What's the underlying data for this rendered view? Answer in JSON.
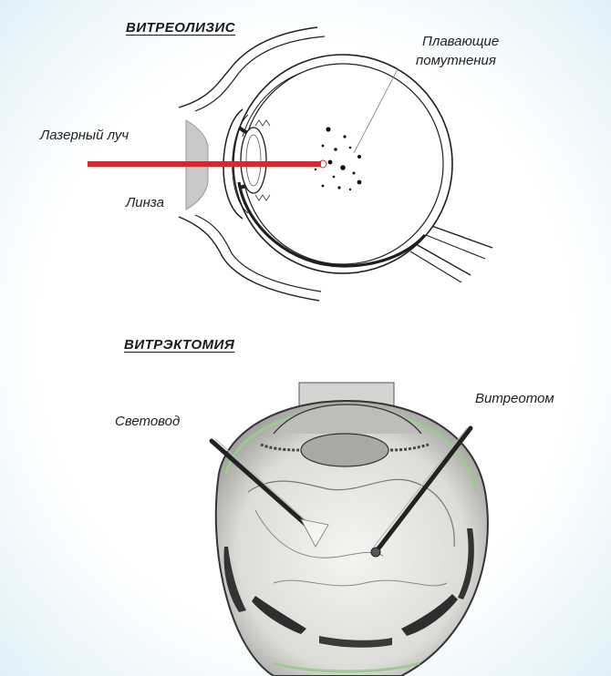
{
  "section_top": {
    "title": "ВИТРЕОЛИЗИС",
    "labels": {
      "laser_beam": "Лазерный луч",
      "lens": "Линза",
      "floaters_line1": "Плавающие",
      "floaters_line2": "помутнения"
    }
  },
  "section_bottom": {
    "title": "ВИТРЭКТОМИЯ",
    "labels": {
      "light_guide": "Световод",
      "vitreotome": "Витреотом"
    }
  },
  "colors": {
    "background": "#eaf6fb",
    "laser": "#e8202a",
    "line": "#1f1f1f",
    "lens_fill": "#c9c9c9"
  }
}
